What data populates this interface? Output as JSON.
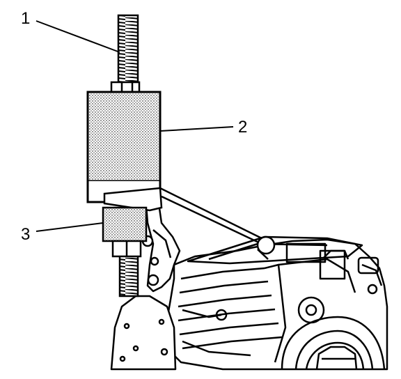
{
  "diagram": {
    "callouts": [
      {
        "label": "1",
        "target": "threaded-rod"
      },
      {
        "label": "2",
        "target": "puller-cylinder"
      },
      {
        "label": "3",
        "target": "nut"
      }
    ]
  },
  "colors": {
    "line": "#000000",
    "background": "#ffffff",
    "stipple": "#000000"
  }
}
